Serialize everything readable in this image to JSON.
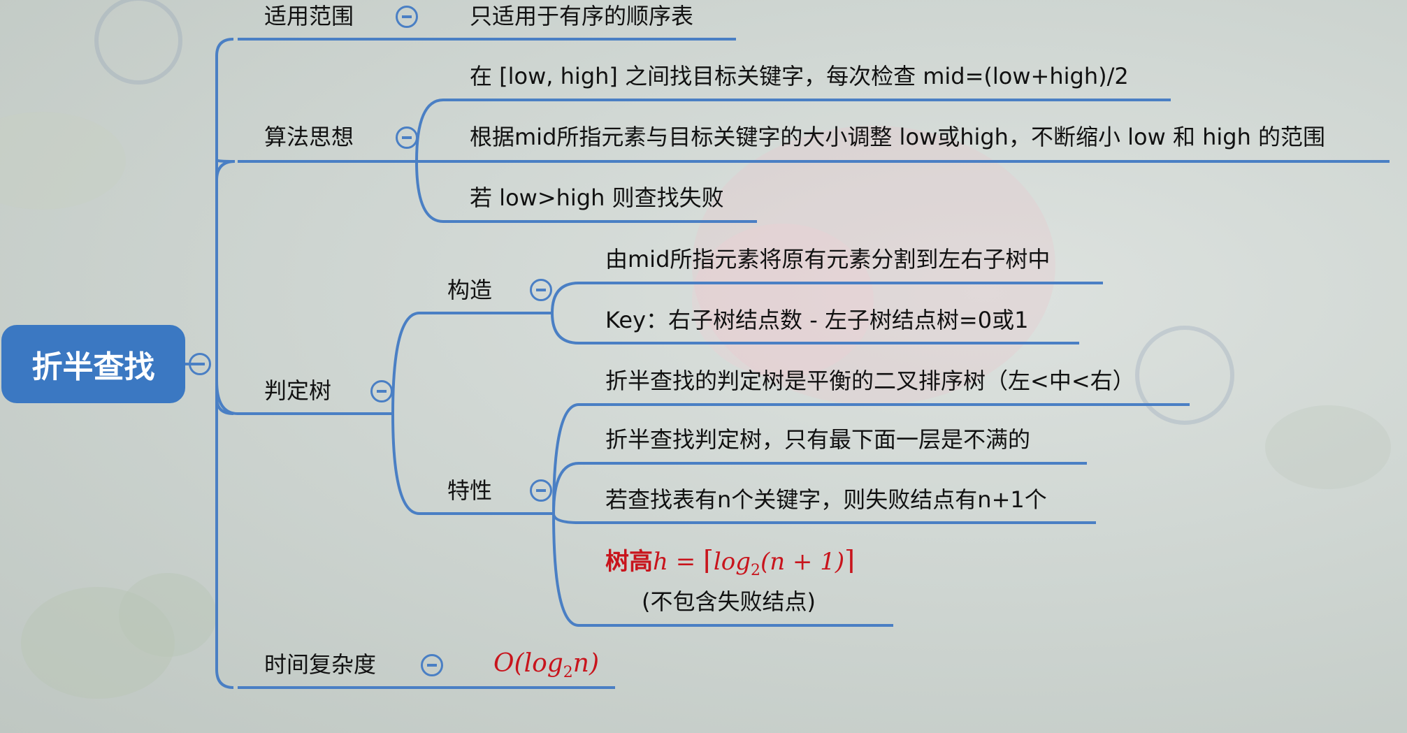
{
  "root": {
    "label": "折半查找"
  },
  "branches": {
    "scope": {
      "label": "适用范围",
      "items": [
        "只适用于有序的顺序表"
      ]
    },
    "idea": {
      "label": "算法思想",
      "items": [
        "在 [low, high] 之间找目标关键字，每次检查 mid=(low+high)/2",
        "根据mid所指元素与目标关键字的大小调整 low或high，不断缩小 low 和 high 的范围",
        "若 low>high 则查找失败"
      ]
    },
    "tree": {
      "label": "判定树",
      "construct": {
        "label": "构造",
        "items": [
          "由mid所指元素将原有元素分割到左右子树中",
          "Key：右子树结点数 - 左子树结点树=0或1"
        ]
      },
      "props": {
        "label": "特性",
        "items": [
          "折半查找的判定树是平衡的二叉排序树（左<中<右）",
          "折半查找判定树，只有最下面一层是不满的",
          "若查找表有n个关键字，则失败结点有n+1个"
        ],
        "height": {
          "prefix": "树高",
          "h": "h",
          "eq": " = ",
          "lceil": "⌈",
          "log": "log",
          "base": "2",
          "arg": "(n + 1)",
          "rceil": "⌉",
          "note": "(不包含失败结点)"
        }
      }
    },
    "time": {
      "label": "时间复杂度",
      "o": "O(",
      "log": "log",
      "base": "2",
      "n": "n)"
    }
  },
  "colors": {
    "line": "#4a7fc4",
    "node": "#3b78c2",
    "math": "#c8141c"
  },
  "icons": [
    "collapse-icon",
    "watermark-logo"
  ]
}
